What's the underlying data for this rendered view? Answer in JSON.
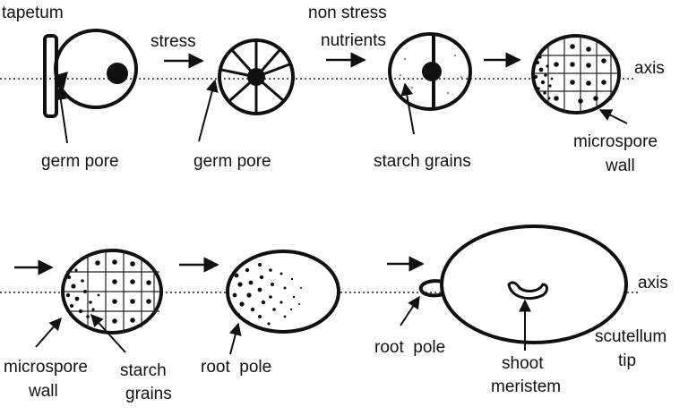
{
  "labels": {
    "tapetum": "tapetum",
    "stress": "stress",
    "non_stress_line1": "non stress",
    "non_stress_line2": "nutrients",
    "axis_top": "axis",
    "germ_pore_1": "germ pore",
    "germ_pore_2": "germ pore",
    "starch_grains_top": "starch grains",
    "microspore_top_line1": "microspore",
    "microspore_top_line2": "wall",
    "microspore_bottom_line1": "microspore",
    "microspore_bottom_line2": "wall",
    "starch_bottom_line1": "starch",
    "starch_bottom_line2": "grains",
    "root_pole_1": "root  pole",
    "root_pole_2": "root  pole",
    "shoot_line1": "shoot",
    "shoot_line2": "meristem",
    "axis_bottom": "axis",
    "scutellum_line1": "scutellum",
    "scutellum_line2": "tip"
  }
}
